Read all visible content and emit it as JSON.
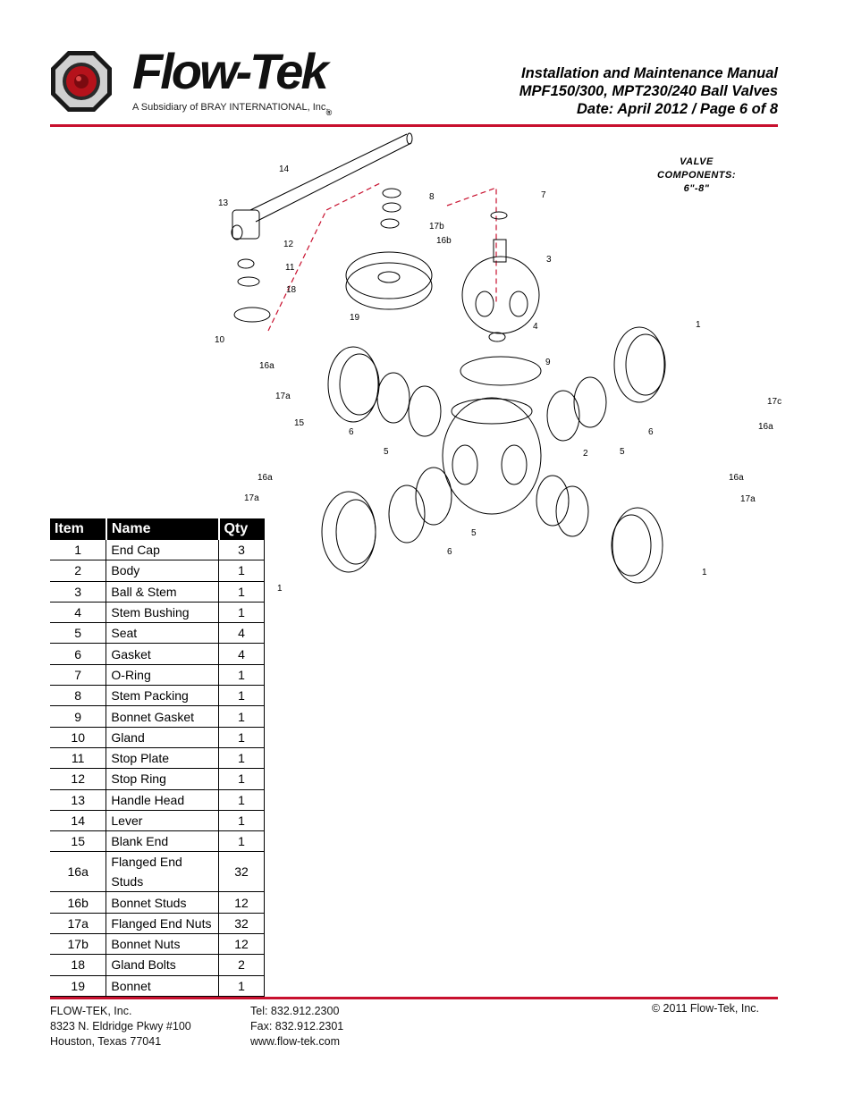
{
  "brand": {
    "name": "Flow-Tek",
    "subtitle": "A Subsidiary of BRAY INTERNATIONAL, Inc.",
    "accent_color": "#c8102e"
  },
  "header": {
    "line1": "Installation and Maintenance Manual",
    "line2": "MPF150/300, MPT230/240 Ball Valves",
    "line3": "Date: April 2012 / Page 6 of 8"
  },
  "diagram": {
    "caption_line1": "VALVE",
    "caption_line2": "COMPONENTS:",
    "caption_line3": "6\"-8\"",
    "callouts": [
      "14",
      "13",
      "12",
      "11",
      "18",
      "10",
      "8",
      "7",
      "17b",
      "16b",
      "3",
      "19",
      "4",
      "9",
      "1",
      "17c",
      "16a",
      "16a",
      "17a",
      "15",
      "6",
      "5",
      "2",
      "5",
      "6",
      "16a",
      "17a",
      "16a",
      "17a",
      "5",
      "6",
      "1",
      "1"
    ]
  },
  "parts_table": {
    "headers": [
      "Item",
      "Name",
      "Qty"
    ],
    "rows": [
      [
        "1",
        "End Cap",
        "3"
      ],
      [
        "2",
        "Body",
        "1"
      ],
      [
        "3",
        "Ball & Stem",
        "1"
      ],
      [
        "4",
        "Stem Bushing",
        "1"
      ],
      [
        "5",
        "Seat",
        "4"
      ],
      [
        "6",
        "Gasket",
        "4"
      ],
      [
        "7",
        "O-Ring",
        "1"
      ],
      [
        "8",
        "Stem Packing",
        "1"
      ],
      [
        "9",
        "Bonnet Gasket",
        "1"
      ],
      [
        "10",
        "Gland",
        "1"
      ],
      [
        "11",
        "Stop Plate",
        "1"
      ],
      [
        "12",
        "Stop Ring",
        "1"
      ],
      [
        "13",
        "Handle Head",
        "1"
      ],
      [
        "14",
        "Lever",
        "1"
      ],
      [
        "15",
        "Blank End",
        "1"
      ],
      [
        "16a",
        "Flanged End Studs",
        "32"
      ],
      [
        "16b",
        "Bonnet Studs",
        "12"
      ],
      [
        "17a",
        "Flanged End Nuts",
        "32"
      ],
      [
        "17b",
        "Bonnet Nuts",
        "12"
      ],
      [
        "18",
        "Gland Bolts",
        "2"
      ],
      [
        "19",
        "Bonnet",
        "1"
      ]
    ]
  },
  "footer": {
    "company": "FLOW-TEK, Inc.",
    "address1": "8323 N. Eldridge Pkwy #100",
    "address2": "Houston, Texas 77041",
    "tel": "Tel: 832.912.2300",
    "fax": "Fax: 832.912.2301",
    "web": "www.flow-tek.com",
    "copyright": "© 2011 Flow-Tek, Inc."
  }
}
